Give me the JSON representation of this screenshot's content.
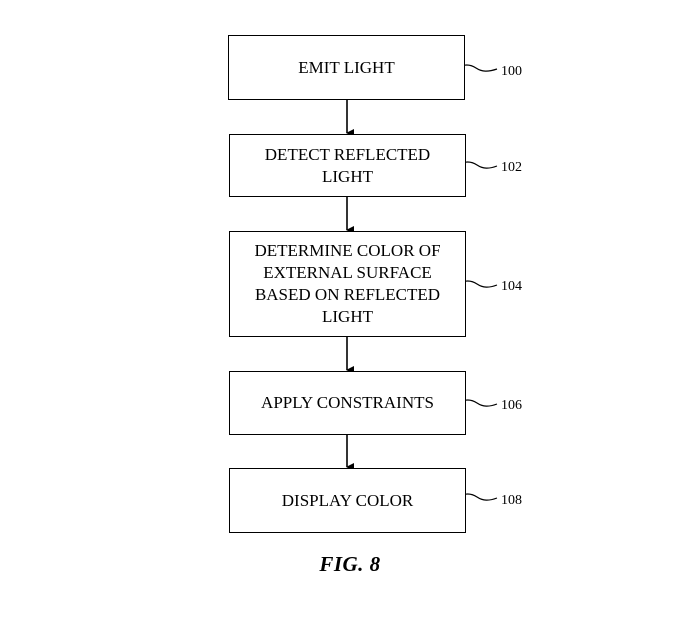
{
  "steps": [
    {
      "label": "EMIT LIGHT",
      "ref": "100"
    },
    {
      "label": "DETECT REFLECTED\nLIGHT",
      "ref": "102"
    },
    {
      "label": "DETERMINE COLOR OF\nEXTERNAL SURFACE\nBASED ON REFLECTED\nLIGHT",
      "ref": "104"
    },
    {
      "label": "APPLY CONSTRAINTS",
      "ref": "106"
    },
    {
      "label": "DISPLAY COLOR",
      "ref": "108"
    }
  ],
  "figure_label": "FIG. 8"
}
